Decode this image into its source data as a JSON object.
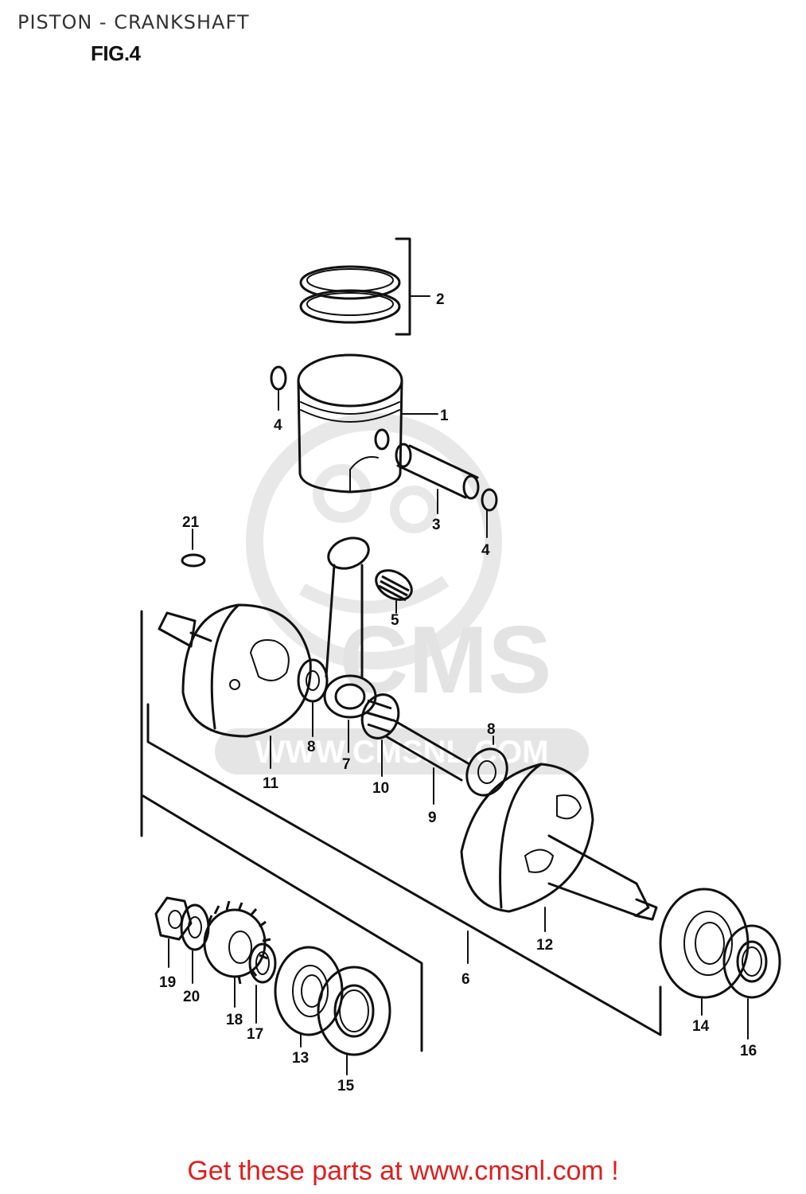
{
  "header": {
    "title": "PISTON - CRANKSHAFT",
    "figure": "FIG.4"
  },
  "watermark": {
    "brand": "CMS",
    "url": "WWW.CMSNL.COM"
  },
  "parts": [
    {
      "id": "piston",
      "label": "1"
    },
    {
      "id": "piston-ring-set",
      "label": "2"
    },
    {
      "id": "piston-pin",
      "label": "3"
    },
    {
      "id": "piston-pin-circlip-left",
      "label": "4"
    },
    {
      "id": "piston-pin-circlip-right",
      "label": "4"
    },
    {
      "id": "small-end-bearing",
      "label": "5"
    },
    {
      "id": "crankshaft-assembly",
      "label": "6"
    },
    {
      "id": "connecting-rod",
      "label": "7"
    },
    {
      "id": "thrust-washer-left",
      "label": "8"
    },
    {
      "id": "thrust-washer-right",
      "label": "8"
    },
    {
      "id": "crank-pin",
      "label": "9"
    },
    {
      "id": "big-end-bearing",
      "label": "10"
    },
    {
      "id": "crankshaft-left",
      "label": "11"
    },
    {
      "id": "crankshaft-right",
      "label": "12"
    },
    {
      "id": "bearing-left",
      "label": "13"
    },
    {
      "id": "bearing-right",
      "label": "14"
    },
    {
      "id": "oil-seal-left",
      "label": "15"
    },
    {
      "id": "oil-seal-right",
      "label": "16"
    },
    {
      "id": "spacer",
      "label": "17"
    },
    {
      "id": "primary-drive-gear",
      "label": "18"
    },
    {
      "id": "nut",
      "label": "19"
    },
    {
      "id": "washer",
      "label": "20"
    },
    {
      "id": "key",
      "label": "21"
    }
  ],
  "footer": {
    "text": "Get these parts at www.cmsnl.com !"
  },
  "colors": {
    "footer": "#dd1f1f",
    "line": "#111111",
    "watermark": "#e3e3e3"
  }
}
